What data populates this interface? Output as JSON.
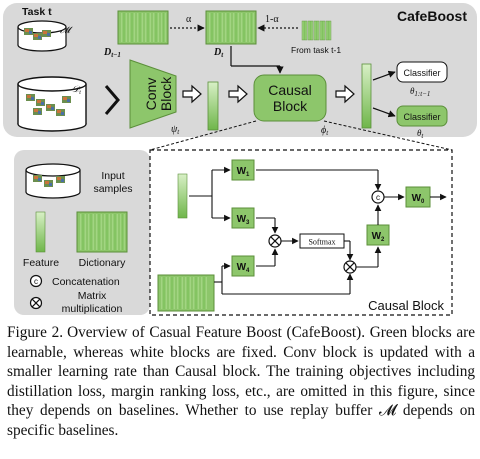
{
  "top_panel": {
    "title": "CafeBoost",
    "task_label": "Task t",
    "buffer_symbol": "𝓜",
    "data_symbol": "𝒟",
    "data_subscript": "t",
    "alpha": "α",
    "one_minus_alpha": "1-α",
    "from_task_label": "From task t-1",
    "dict_prev_base": "D",
    "dict_prev_sub": "t−1",
    "dict_curr_base": "D",
    "dict_curr_sub": "t",
    "conv_block_line1": "Conv",
    "conv_block_line2": "Block",
    "psi_base": "ψ",
    "psi_sub": "t",
    "causal_block_line1": "Causal",
    "causal_block_line2": "Block",
    "phi_base": "ϕ",
    "phi_sub": "t",
    "classifier_old_label": "Classifier",
    "theta_old_base": "θ",
    "theta_old_sub": "1:t−1",
    "classifier_new_label": "Classifier",
    "theta_new_base": "θ",
    "theta_new_sub": "t"
  },
  "legend": {
    "input_samples_line1": "Input",
    "input_samples_line2": "samples",
    "feature": "Feature",
    "dictionary": "Dictionary",
    "concat_symbol": "c",
    "concatenation": "Concatenation",
    "matmul_line1": "Matrix",
    "matmul_line2": "multiplication"
  },
  "causal_block": {
    "title": "Causal Block",
    "w1_base": "W",
    "w1_sub": "1",
    "w2_base": "W",
    "w2_sub": "2",
    "w3_base": "W",
    "w3_sub": "3",
    "w4_base": "W",
    "w4_sub": "4",
    "w0_base": "W",
    "w0_sub": "0",
    "softmax": "Softmax",
    "concat_symbol": "c"
  },
  "caption": {
    "figure_label": "Figure 2.",
    "text": "Overview of Casual Feature Boost (CafeBoost). Green blocks are learnable, whereas white blocks are fixed. Conv block is updated with a smaller learning rate than Causal block. The training objectives including distillation loss, margin ranking loss, etc., are omitted in this figure, since they depends on baselines. Whether to use replay buffer 𝓜 depends on specific baselines."
  },
  "colors": {
    "panel_gray": "#d9d9d9",
    "green": "#8dc66b",
    "green_dark": "#5b8f3a",
    "green_light": "#c6e3ad",
    "black": "#111111"
  }
}
